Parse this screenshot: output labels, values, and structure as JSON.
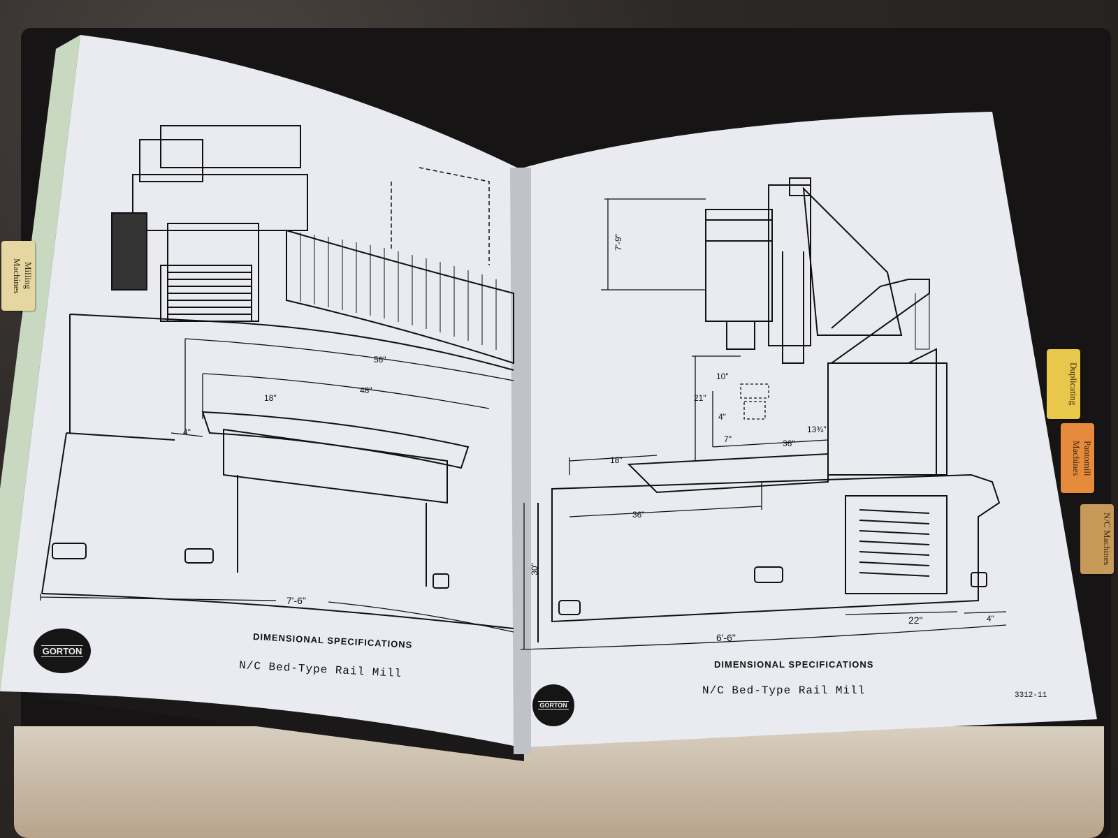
{
  "tabs": [
    {
      "label": "Milling Machines",
      "color": "#e6d7a2"
    },
    {
      "label": "Duplicating",
      "color": "#e9c74a"
    },
    {
      "label": "Pantomill Machines",
      "color": "#e68a3c"
    },
    {
      "label": "N/C Machines",
      "color": "#c89a5a"
    }
  ],
  "left_page": {
    "heading": "DIMENSIONAL SPECIFICATIONS",
    "model": "N/C Bed-Type Rail Mill",
    "logo_text": "GORTON",
    "dimensions": {
      "d56": "56\"",
      "d48": "48\"",
      "d18": "18\"",
      "d4": "4\"",
      "d76": "7'-6\""
    }
  },
  "right_page": {
    "heading": "DIMENSIONAL SPECIFICATIONS",
    "model": "N/C Bed-Type Rail Mill",
    "logo_text": "GORTON",
    "page_number": "3312-11",
    "dimensions": {
      "d79": "7'-9\"",
      "d10": "10\"",
      "d21": "21\"",
      "d4": "4\"",
      "d7": "7\"",
      "d36a": "36\"",
      "d1334": "13¾\"",
      "d18": "18\"",
      "d36b": "36\"",
      "d30": "30\"",
      "d22": "22\"",
      "d4b": "4\"",
      "d66": "6'-6\""
    }
  }
}
